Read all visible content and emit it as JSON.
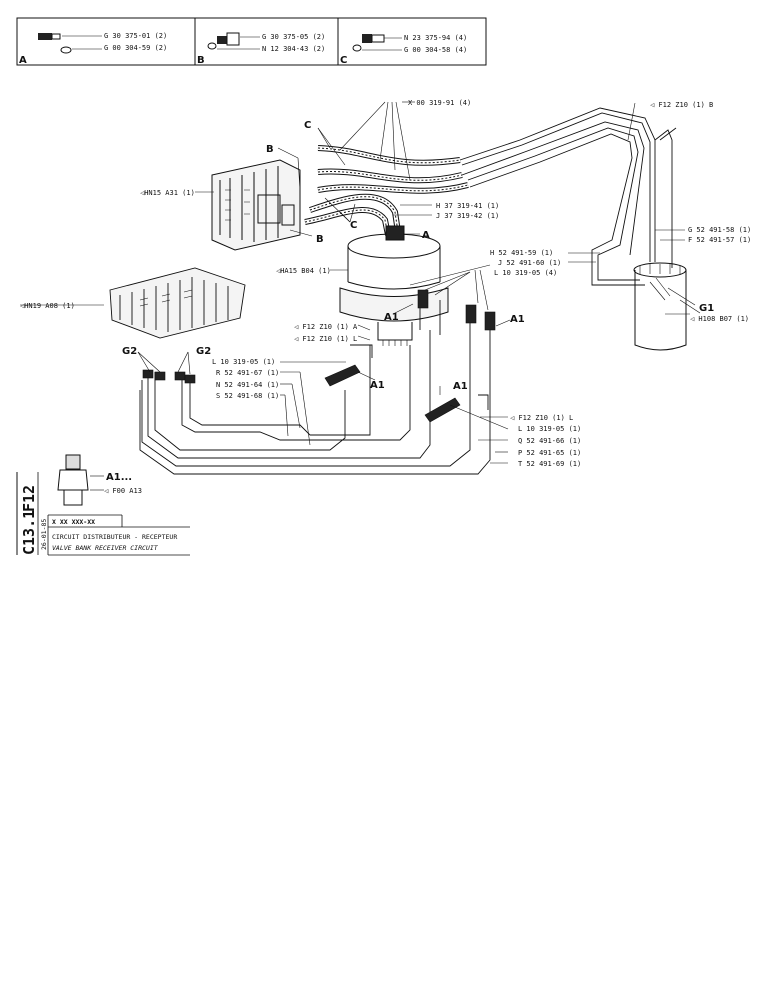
{
  "legend_boxes": [
    {
      "letter": "A",
      "lines": [
        "G 30 375-01 (2)",
        "G 00 304-59 (2)"
      ]
    },
    {
      "letter": "B",
      "lines": [
        "G 30 375-05 (2)",
        "N 12 304-43 (2)"
      ]
    },
    {
      "letter": "C",
      "lines": [
        "N 23 375-94 (4)",
        "G 00 304-58 (4)"
      ]
    }
  ],
  "callouts": {
    "hose_x": "X 00 319-91 (4)",
    "f12_b": "◁ F12  Z10 (1) B",
    "hn15": "◁HN15  A31 (1)",
    "h37": "H 37 319-41 (1)",
    "j37": "J 37 319-42 (1)",
    "ha15": "◁HA15  B04 (1)",
    "hn19": "◁HN19  A08 (1)",
    "h52": "H 52 491-59 (1)",
    "j52": "J 52 491-60 (1)",
    "l10_4": "L 10 319-05 (4)",
    "g52": "G 52 491-58 (1)",
    "f52": "F 52 491-57 (1)",
    "h108": "◁ H108  B07 (1)",
    "f12_a": "◁ F12  Z10 (1) A",
    "f12_l": "◁ F12  Z10 (1) L",
    "l10_1": "L 10 319-05 (1)",
    "r52": "R 52 491-67 (1)",
    "n52": "N 52 491-64 (1)",
    "s52": "S 52 491-68 (1)",
    "f12_l2": "◁ F12  Z10 (1) L",
    "l10_1b": "L 10 319-05 (1)",
    "q52": "Q 52 491-66 (1)",
    "p52": "P 52 491-65 (1)",
    "t52": "T 52 491-69 (1)",
    "a1_dots": "A1...",
    "f00": "◁ F00  A13"
  },
  "markers": {
    "A": "A",
    "B": "B",
    "C": "C",
    "A1": "A1",
    "G1": "G1",
    "G2": "G2"
  },
  "title_block": {
    "code_v1": "F12",
    "code_v2": "C13.1",
    "small_vertical": "26-01-85",
    "ref": "X  XX  XXX-XX",
    "title_fr": "CIRCUIT DISTRIBUTEUR - RECEPTEUR",
    "title_en": "VALVE BANK RECEIVER CIRCUIT"
  }
}
